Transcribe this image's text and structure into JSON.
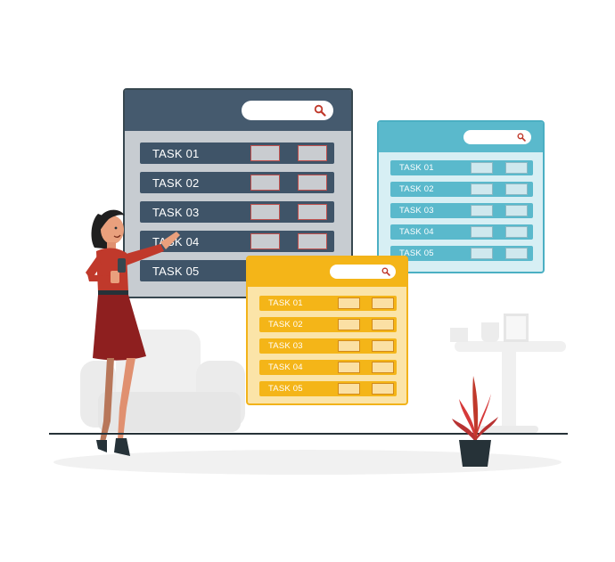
{
  "windows": {
    "dark": {
      "tasks": [
        {
          "label": "TASK 01"
        },
        {
          "label": "TASK 02"
        },
        {
          "label": "TASK 03"
        },
        {
          "label": "TASK 04"
        },
        {
          "label": "TASK 05"
        }
      ],
      "colors": {
        "header": "#455a6e",
        "body": "#c7ccd1",
        "row": "#3f5468"
      }
    },
    "teal": {
      "tasks": [
        {
          "label": "TASK 01"
        },
        {
          "label": "TASK 02"
        },
        {
          "label": "TASK 03"
        },
        {
          "label": "TASK 04"
        },
        {
          "label": "TASK 05"
        }
      ],
      "colors": {
        "header": "#5ab9cc",
        "body": "#d7eff4",
        "row": "#5ab9cc"
      }
    },
    "yellow": {
      "tasks": [
        {
          "label": "TASK 01"
        },
        {
          "label": "TASK 02"
        },
        {
          "label": "TASK 03"
        },
        {
          "label": "TASK 04"
        },
        {
          "label": "TASK 05"
        }
      ],
      "colors": {
        "header": "#f4b518",
        "body": "#fbe4a8",
        "row": "#f4b518"
      }
    }
  },
  "icons": {
    "search": "search-icon"
  },
  "accent_colors": {
    "dress": "#c0392b",
    "plant": "#d63a3a",
    "pot": "#263238"
  }
}
